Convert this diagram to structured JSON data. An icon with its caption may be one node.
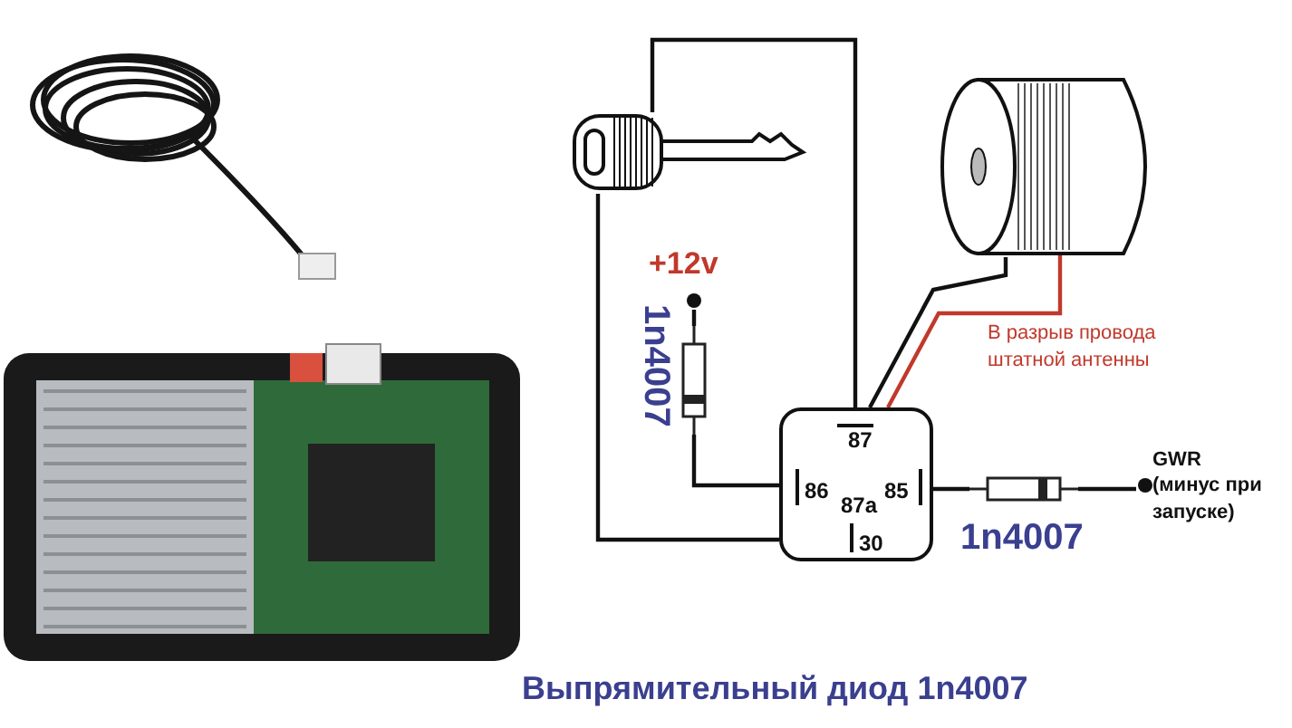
{
  "diagram": {
    "caption": "Выпрямительный диод 1n4007",
    "nodes": [
      {
        "text": [],
        "shape": "picture"
      },
      {
        "text": [],
        "shape": "picture"
      },
      {
        "text": [
          "87",
          "86",
          "87a",
          "85",
          "30"
        ]
      },
      {
        "text": [],
        "shape": "picture",
        "beside": [
          "1n4007"
        ]
      },
      {
        "text": [],
        "shape": "picture",
        "beside": [
          "1n4007"
        ]
      },
      {
        "text": [
          "+12v"
        ]
      },
      {
        "text": [
          "GWR (минус при запуске)"
        ]
      }
    ],
    "edges": [
      {
        "from": 0,
        "to": 2,
        "arrow": "none"
      },
      {
        "from": 0,
        "to": 2,
        "arrow": "none"
      },
      {
        "from": 5,
        "to": 3,
        "arrow": "none"
      },
      {
        "from": 3,
        "to": 2,
        "arrow": "none"
      },
      {
        "from": 2,
        "to": 4,
        "arrow": "none"
      },
      {
        "from": 4,
        "to": 6,
        "arrow": "none"
      },
      {
        "from": 1,
        "to": 2,
        "arrow": "none"
      },
      {
        "from": 1,
        "to": 2,
        "arrow": "none",
        "color": "#c0392b",
        "label": "В разрыв провода штатной антенны"
      }
    ]
  }
}
